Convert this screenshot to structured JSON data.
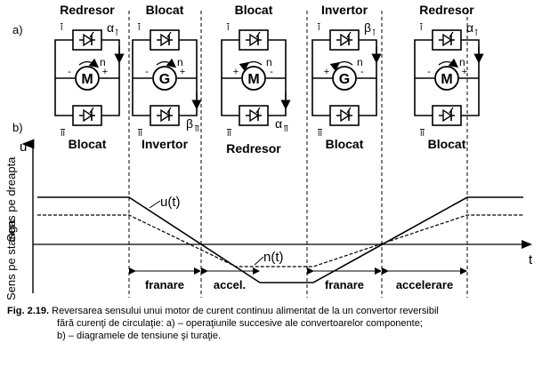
{
  "panel_a_label": "a)",
  "panel_b_label": "b)",
  "columns": [
    {
      "top": "Redresor",
      "bottom": "Blocat",
      "machine": "M",
      "angle": "α",
      "angle_sub": "I",
      "speed": "n",
      "top_bridge": "I",
      "bottom_bridge": "II"
    },
    {
      "top": "Blocat",
      "bottom": "Invertor",
      "machine": "G",
      "angle": "β",
      "angle_sub": "II",
      "speed": "n",
      "top_bridge": "I",
      "bottom_bridge": "II"
    },
    {
      "top": "Blocat",
      "bottom": "Redresor",
      "machine": "M",
      "angle": "α",
      "angle_sub": "II",
      "speed": "n",
      "top_bridge": "I",
      "bottom_bridge": "II"
    },
    {
      "top": "Invertor",
      "bottom": "Blocat",
      "machine": "G",
      "angle": "β",
      "angle_sub": "I",
      "speed": "n",
      "top_bridge": "I",
      "bottom_bridge": "II"
    },
    {
      "top": "Redresor",
      "bottom": "Blocat",
      "machine": "M",
      "angle": "α",
      "angle_sub": "I",
      "speed": "n",
      "top_bridge": "I",
      "bottom_bridge": "II"
    }
  ],
  "plot": {
    "y_axis_label": "u",
    "x_axis_label": "t",
    "right_direction_label": "Sens pe dreapta",
    "left_direction_label": "Sens pe stanga",
    "curve_u_label": "u(t)",
    "curve_n_label": "n(t)",
    "segments": [
      "franare",
      "accel.",
      "franare",
      "accelerare"
    ]
  },
  "caption": {
    "fig_number": "Fig. 2.19.",
    "line1": "Reversarea sensului unui motor de curent continuu alimentat de la un convertor reversibil",
    "line2": "fără curenţi de circulaţie: a) – operaţiunile succesive ale convertoarelor componente;",
    "line3": "b) – diagramele de tensiune şi turaţie."
  }
}
